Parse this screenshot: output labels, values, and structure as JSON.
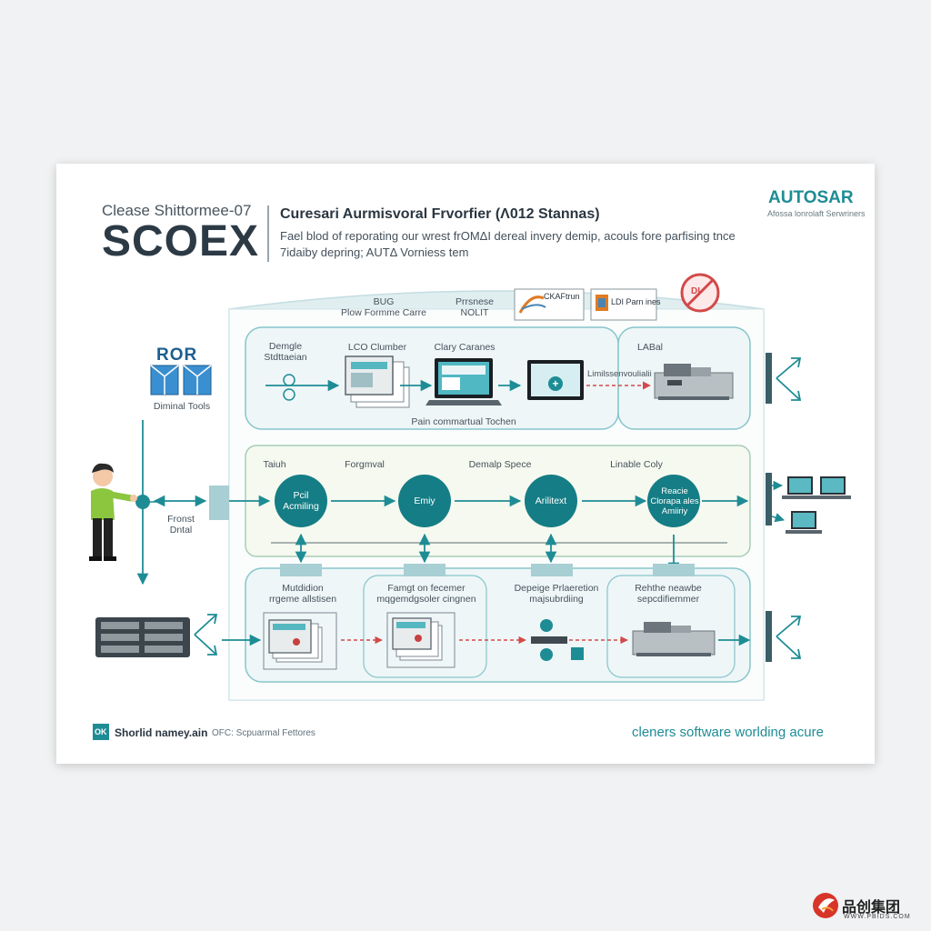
{
  "header": {
    "subtitle": "Clease Shittormee-07",
    "title": "SCOEX",
    "heading": "Curesari Aurmisvoral Frvorfier (Λ012 Stannas)",
    "desc_line1": "Faеl blod of reporating our wrest frOMΔI dereal invery demip, acouls fore parfising tnce",
    "desc_line2": "7idaiby depring; AUTΔ Vorniess tem"
  },
  "brand": {
    "name": "AUTOSAR",
    "sub": "Afossa lonrolaft Serwriners"
  },
  "top": {
    "bug_label": "BUG\nPlow Formme Carre",
    "process_label": "Prrsnese\nNOLIT",
    "badge1_label": "CKAFtrun",
    "badge2_label": "LDI Parn ines",
    "no_sign_label": "DI",
    "demple_label": "Demgle\nStdttaeian",
    "lco_label": "LCO Clumber",
    "clary_label": "Clary Caranes",
    "lab_label": "LABal",
    "limit_label": "Limilssenvoulialii",
    "pain_label": "Pain commartual Tochen"
  },
  "middle": {
    "col_labels": [
      "Taiuh",
      "Forgmval",
      "Demalp Spece",
      "Linable Coly"
    ],
    "nodes": [
      "Pcil\nAcmiling",
      "Emiy",
      "Arilitext",
      "Reacie\nClorapa ales\nAmiiriy"
    ]
  },
  "bottom": {
    "labels": [
      "Mutdidion\nrrgeme allstisen",
      "Famgt on fecemer\nmqgemdgsoler cingnen",
      "Depeige Prlaeretion\nmajsubrdiing",
      "Rehthe neawbe\nsepcdifiemmer"
    ]
  },
  "left": {
    "ror_label": "ROR",
    "tools_label": "Diminal Tools",
    "front_label": "Fronst\nDntal"
  },
  "footer": {
    "logo_mark": "OK",
    "name": "Shorlid namey.ain",
    "small": "OFC: Scpuarmal Fettores",
    "tagline": "cleners software worlding acure"
  },
  "watermark": {
    "chars": "品创集团",
    "url": "WWW.PBIDS.COM"
  },
  "colors": {
    "teal": "#1e8c95",
    "teal_dark": "#157d85",
    "panel_border": "#86c5cc",
    "panel_fill": "#eef6f7",
    "red_dash": "#d24a4a"
  }
}
